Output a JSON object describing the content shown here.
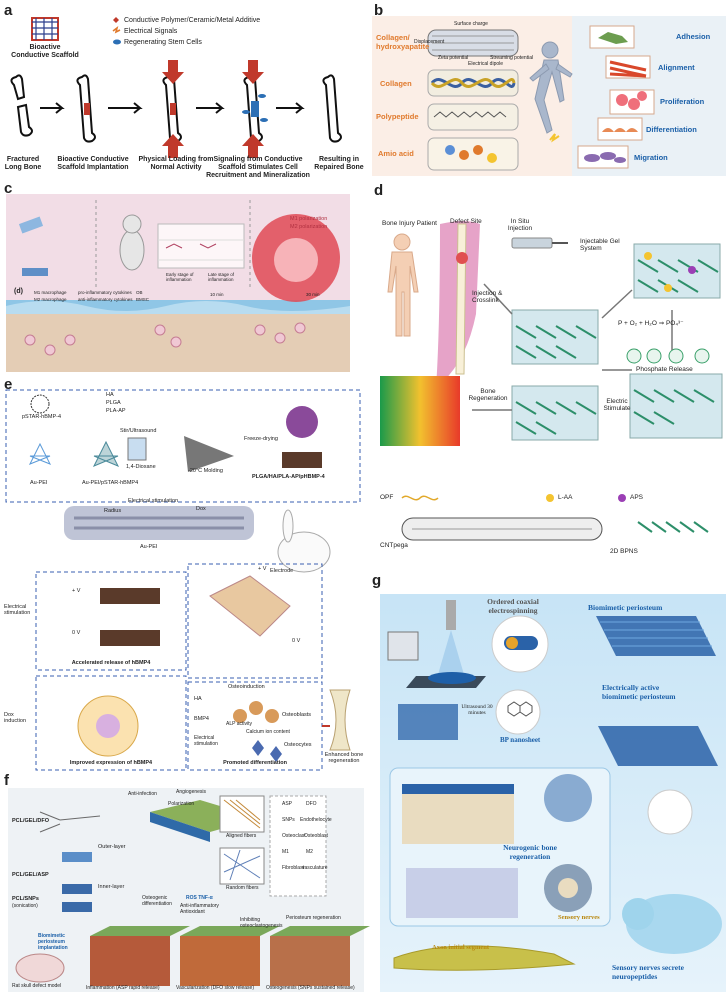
{
  "panel_a": {
    "label": "a",
    "scaffold_title": "Bioactive Conductive Scaffold",
    "legend": [
      "Conductive Polymer/Ceramic/Metal Additive",
      "Electrical Signals",
      "Regenerating Stem Cells"
    ],
    "steps": [
      "Fractured Long Bone",
      "Bioactive Conductive Scaffold Implantation",
      "Physical Loading from Normal Activity",
      "Signaling from Conductive Scaffold Stimulates Cell Recruitment and Mineralization",
      "Resulting in Repaired Bone"
    ]
  },
  "panel_b": {
    "label": "b",
    "layers": [
      "Collagen/ hydroxyapatite",
      "Collagen",
      "Polypeptide",
      "Amio acid"
    ],
    "fibril_labels": [
      "Surface charge",
      "Displacement",
      "Zeta potential",
      "Streaming potential",
      "Electrical dipole"
    ],
    "outcomes": [
      "Adhesion",
      "Alignment",
      "Proliferation",
      "Differentiation",
      "Migration"
    ]
  },
  "panel_c": {
    "label": "c",
    "polarization": [
      "M1 polarization",
      "M2 polarization"
    ],
    "d_label": "(d)",
    "legend": [
      "M1 macrophage",
      "M2 macrophage",
      "pro-inflammatory cytokines",
      "anti-inflammatory cytokines",
      "OB",
      "BMSC"
    ],
    "times": [
      "10 min",
      "30 min"
    ],
    "stages": [
      "Early stage of inflammation",
      "Late stage of inflammation"
    ]
  },
  "panel_d": {
    "label": "d",
    "texts": [
      "Bone Injury Patient",
      "Defect Site",
      "In Situ Injection",
      "Injectable Gel System",
      "Injection & Crosslink",
      "P + O₂ + H₂O ⇒ PO₄³⁻",
      "Phosphate Release",
      "Bone Regeneration",
      "Electric Stimulate"
    ],
    "legend": [
      "OPF",
      "L-AA",
      "APS",
      "CNTpega",
      "2D BPNS"
    ]
  },
  "panel_e": {
    "label": "e",
    "top": [
      "pSTAR-hBMP-4",
      "HA",
      "PLGA",
      "PLA-AP",
      "Stir/Ultrasound",
      "1,4-Dioxane",
      "-20°C Molding",
      "Freeze-drying",
      "PLGA/HA/PLA-AP/pHBMP-4",
      "Au-PEI",
      "Au-PEI/pSTAR-hBMP4"
    ],
    "middle": [
      "Electrical stimulation",
      "Dox",
      "Radius",
      "Au-PEI",
      "Electrode"
    ],
    "left_labels": [
      "Electrical stimulation",
      "Dox induction"
    ],
    "volt": [
      "+ V",
      "0 V",
      "+ V",
      "0 V"
    ],
    "captions": [
      "Accelerated release of hBMP4",
      "Improved expression of hBMP4",
      "Promoted differentiation",
      "Enhanced bone regeneration"
    ],
    "diff": [
      "Osteoinduction",
      "HA",
      "BMP4",
      "Osteoblasts",
      "Osteocytes",
      "Electrical stimulation",
      "ALP activity",
      "Calcium ion content"
    ]
  },
  "panel_f": {
    "label": "f",
    "left": [
      "PCL/GEL/DFO",
      "PCL/GEL/ASP",
      "PCL/SNPs",
      "(sonication)",
      "Outer-layer",
      "Inner-layer"
    ],
    "top": [
      "Anti-infection",
      "Angiogenesis",
      "Polarization",
      "Aligned fibers",
      "Random fibers",
      "Osteogenic differentiation",
      "ROS TNF-α",
      "Anti-inflammatory Antioxidant"
    ],
    "legend": [
      "ASP",
      "DFO",
      "SNPs",
      "Endothelocyte",
      "Osteoclast",
      "Osteoblast",
      "M1",
      "M2",
      "Fibroblast",
      "vasculature"
    ],
    "bottom": [
      "Biomimetic periosteum implantation",
      "Rat skull defect model",
      "Inflammation (ASP rapid release)",
      "Vascularization (DFO slow release)",
      "Osteogenesis (SNPs sustained release)",
      "Inhibiting osteoclastogenesis",
      "Periosteum regeneration"
    ]
  },
  "panel_g": {
    "label": "g",
    "texts": [
      "Ordered coaxial electrospinning",
      "Biomimetic periosteum",
      "Ultrasound 30 minutes",
      "BP nanosheet",
      "Electrically active biomimetic periosteum",
      "Neurogenic bone regeneration",
      "Sensory nerves",
      "Axon initial segment",
      "Sensory nerves secrete neuropeptides"
    ]
  },
  "colors": {
    "accent_red": "#c0392b",
    "orange": "#e07a2d",
    "blue_text": "#1a5fa8",
    "gold": "#b8860b"
  }
}
